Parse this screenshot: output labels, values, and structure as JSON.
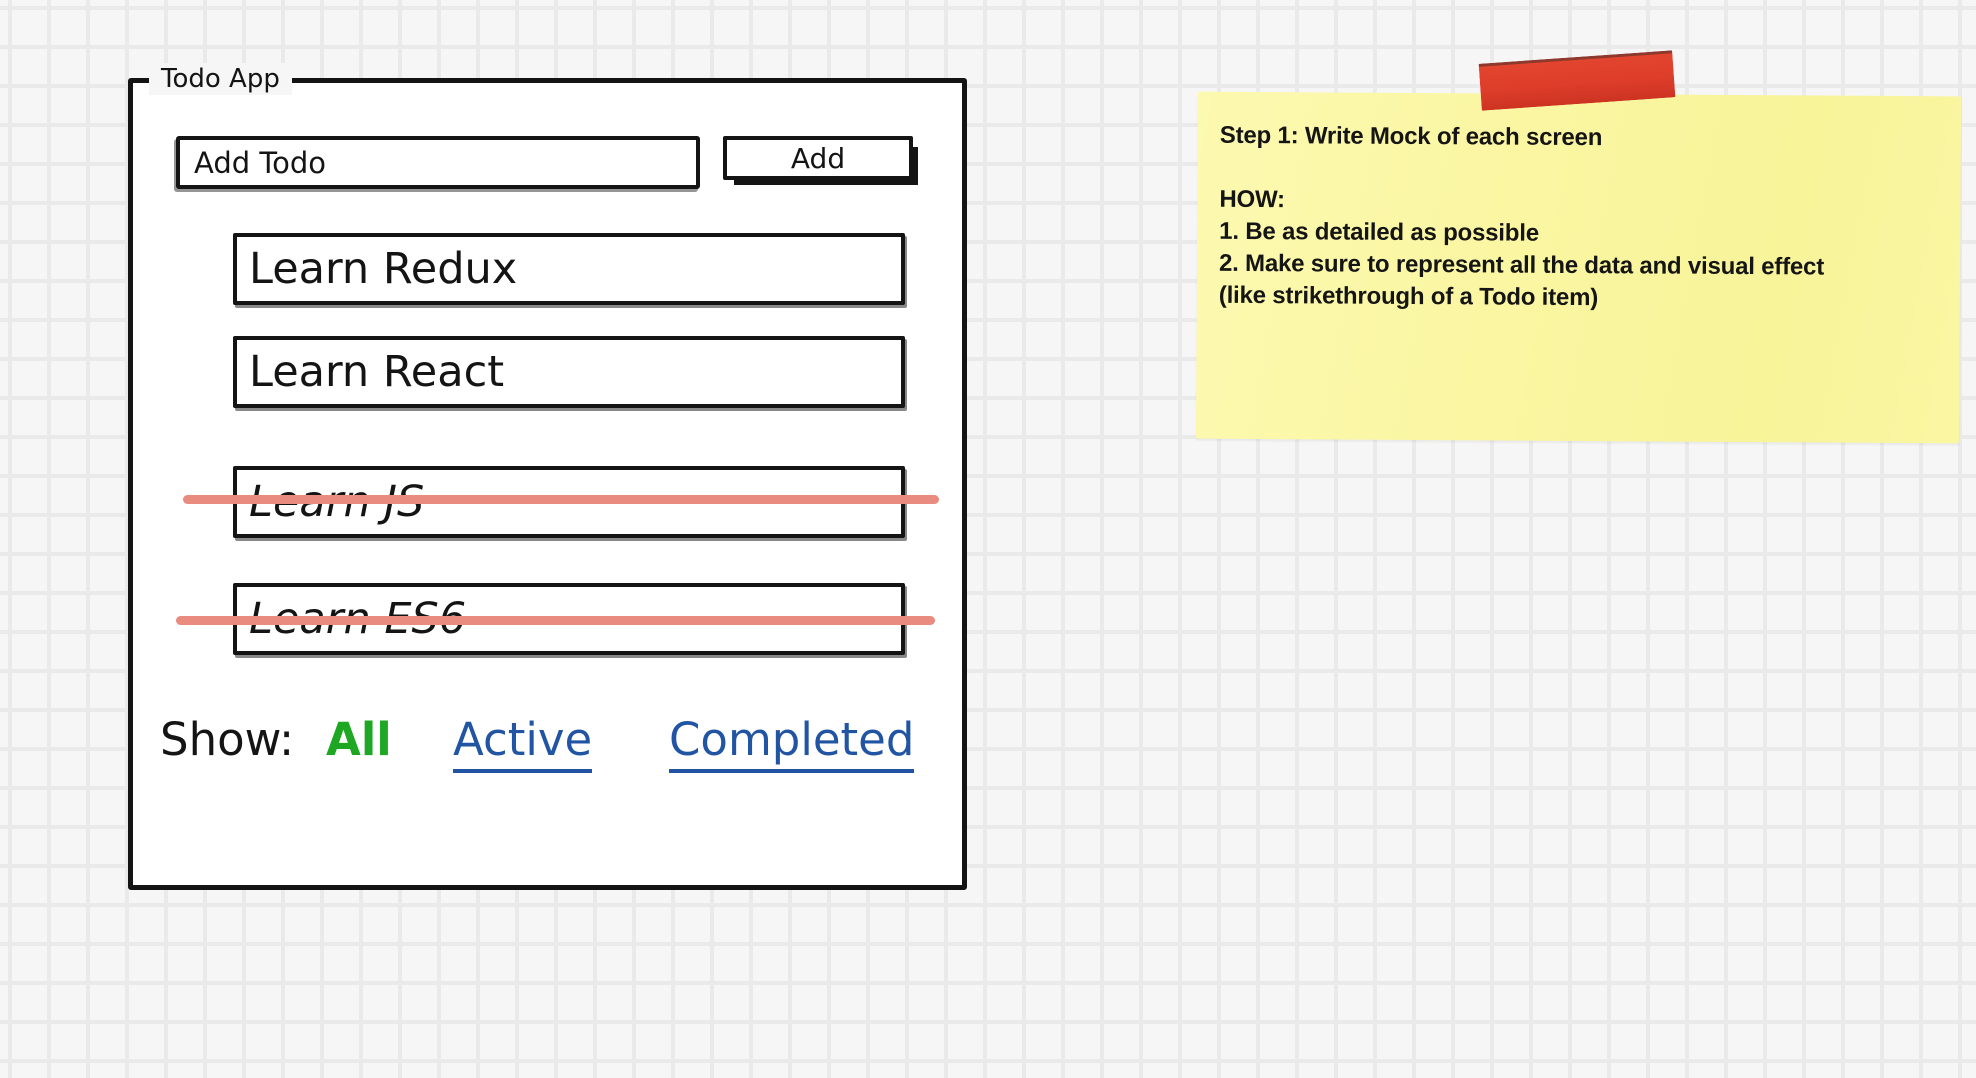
{
  "app": {
    "frame_title": "Todo App",
    "input": {
      "value": "Add Todo"
    },
    "add_button_label": "Add",
    "todos": [
      {
        "label": "Learn Redux",
        "completed": false
      },
      {
        "label": "Learn React",
        "completed": false
      },
      {
        "label": "Learn JS",
        "completed": true
      },
      {
        "label": "Learn ES6",
        "completed": true
      }
    ],
    "filters": {
      "label": "Show:",
      "options": [
        {
          "label": "All",
          "selected": true,
          "color": "#1ea723"
        },
        {
          "label": "Active",
          "selected": false,
          "color": "#2155a3"
        },
        {
          "label": "Completed",
          "selected": false,
          "color": "#2155a3"
        }
      ]
    }
  },
  "sticky_note": {
    "lines": [
      "Step 1: Write Mock of each screen",
      "",
      "HOW:",
      "1. Be as detailed as possible",
      "2. Make sure to represent all the data and visual effect",
      "(like strikethrough of a Todo item)"
    ]
  },
  "colors": {
    "strikethrough": "#e98b7f",
    "note_background": "#f9f5a0",
    "tape_red": "#dd3d2a",
    "link_blue": "#2155a3",
    "selected_green": "#1ea723",
    "ink": "#141414",
    "canvas_background": "#f6f6f6",
    "grid_line": "#eaeaea"
  }
}
